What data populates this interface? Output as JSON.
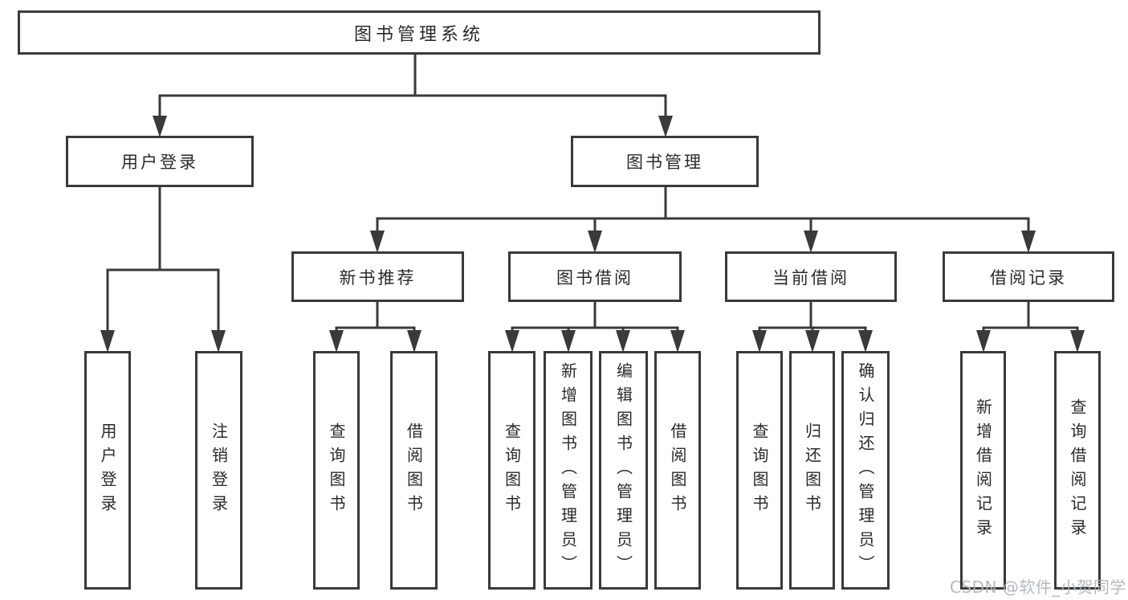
{
  "diagram": {
    "root": {
      "label": "图书管理系统"
    },
    "branches": [
      {
        "label": "用户登录",
        "children": [
          {
            "label": "用户登录"
          },
          {
            "label": "注销登录"
          }
        ]
      },
      {
        "label": "图书管理",
        "children": [
          {
            "label": "新书推荐",
            "children": [
              {
                "label": "查询图书"
              },
              {
                "label": "借阅图书"
              }
            ]
          },
          {
            "label": "图书借阅",
            "children": [
              {
                "label": "查询图书"
              },
              {
                "label": "新增图书（管理员）"
              },
              {
                "label": "编辑图书（管理员）"
              },
              {
                "label": "借阅图书"
              }
            ]
          },
          {
            "label": "当前借阅",
            "children": [
              {
                "label": "查询图书"
              },
              {
                "label": "归还图书"
              },
              {
                "label": "确认归还（管理员）"
              }
            ]
          },
          {
            "label": "借阅记录",
            "children": [
              {
                "label": "新增借阅记录"
              },
              {
                "label": "查询借阅记录"
              }
            ]
          }
        ]
      }
    ]
  },
  "watermark": {
    "text": "CSDN @软件_小贺同学"
  },
  "colors": {
    "line": "#3a3a3a",
    "box_border": "#3a3a3a",
    "text": "#2a2a2a",
    "background": "#ffffff",
    "watermark": "#b0b5bb"
  }
}
